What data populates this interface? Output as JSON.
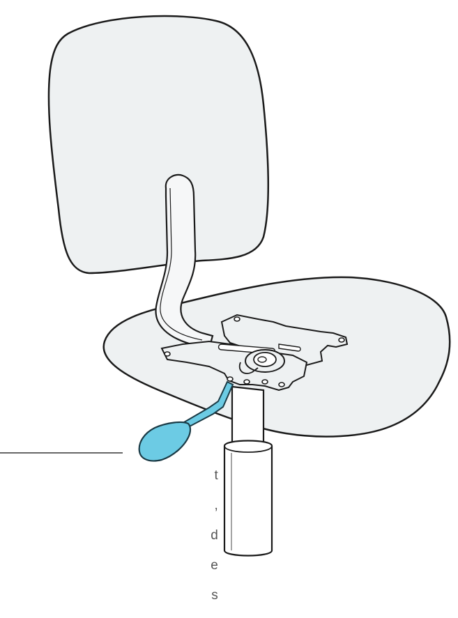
{
  "colors": {
    "outline": "#1a1a1a",
    "backrest_fill": "#eef1f2",
    "seat_fill": "#eef1f2",
    "post_fill": "#ffffff",
    "lever_fill": "#6ccbe4",
    "lever_stroke": "#1a3a45",
    "callout_line": "#333333",
    "callout_text": "#555555"
  },
  "callout": {
    "lines": [
      "t",
      ",",
      "d",
      "e",
      "s"
    ]
  },
  "icons": {
    "chair": "office-chair-illustration",
    "lever": "height-adjustment-lever"
  }
}
